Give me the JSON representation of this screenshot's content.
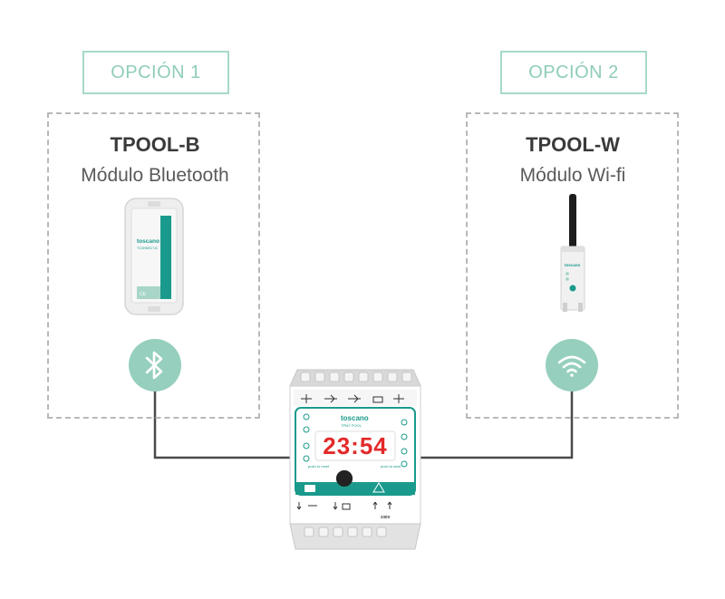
{
  "option1": {
    "tag": "OPCIÓN 1",
    "title": "TPOOL-B",
    "subtitle": "Módulo Bluetooth",
    "device_brand": "toscano",
    "device_code": "TCONNECT-B",
    "device_mark": "CE"
  },
  "option2": {
    "tag": "OPCIÓN 2",
    "title": "TPOOL-W",
    "subtitle": "Módulo Wi-fi",
    "device_brand": "toscano"
  },
  "controller": {
    "brand": "toscano",
    "model": "TPM7 POOL",
    "display": "23:54",
    "push_left": "push to reset",
    "push_right": "push to start",
    "voltage": "230V"
  },
  "colors": {
    "accent": "#96cfbd",
    "teal": "#1a9a8c",
    "display_red": "#e32a2a",
    "dash": "#b8b8b8"
  },
  "icons": {
    "bluetooth": "bluetooth-icon",
    "wifi": "wifi-icon"
  }
}
